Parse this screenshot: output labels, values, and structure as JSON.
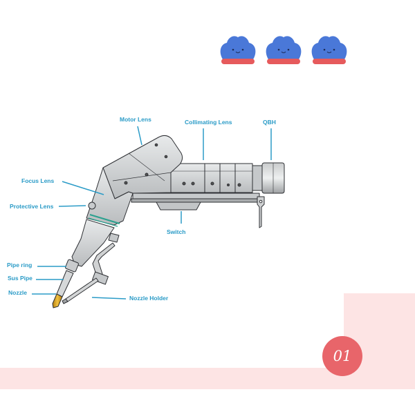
{
  "labels": {
    "motor_lens": "Motor Lens",
    "collimating_lens": "Collimating Lens",
    "qbh": "QBH",
    "focus_lens": "Focus Lens",
    "protective_lens": "Protective Lens",
    "switch": "Switch",
    "pipe_ring": "Pipe ring",
    "sus_pipe": "Sus Pipe",
    "nozzle": "Nozzle",
    "nozzle_holder": "Nozzle Holder"
  },
  "page_number": "01",
  "colors": {
    "label_text": "#2a9bc7",
    "leader_line": "#2a9bc7",
    "band": "#fde4e4",
    "badge": "#e8656a",
    "mascot_body": "#4a78d8",
    "mascot_base": "#e65a5c",
    "device_gray": "#d6d8d9",
    "device_outline": "#2d2f33",
    "nozzle_brass": "#d9a321"
  },
  "mascots": [
    "blue-cloud-mascot",
    "blue-cloud-mascot",
    "blue-cloud-mascot"
  ]
}
